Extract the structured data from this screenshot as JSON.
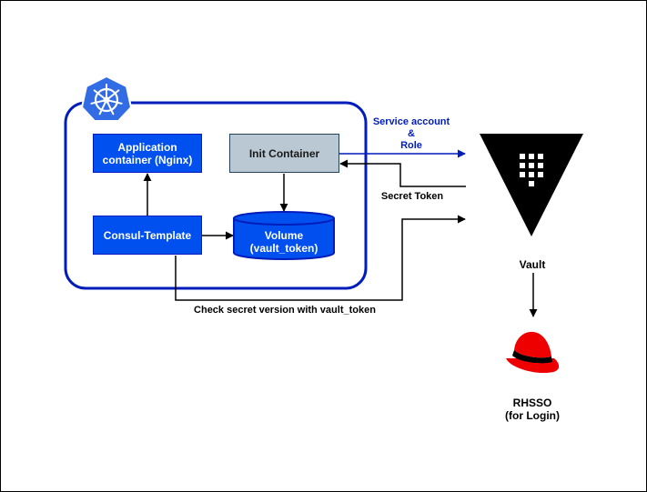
{
  "nodes": {
    "app_container": "Application container (Nginx)",
    "init_container": "Init Container",
    "consul_template": "Consul-Template",
    "volume_line1": "Volume",
    "volume_line2": "(vault_token)"
  },
  "labels": {
    "sa_line1": "Service account",
    "sa_line2": "&",
    "sa_line3": "Role",
    "secret_token": "Secret Token",
    "check_secret": "Check secret version with vault_token",
    "vault": "Vault",
    "rhsso_line1": "RHSSO",
    "rhsso_line2": "(for Login)"
  },
  "icons": {
    "k8s": "kubernetes-icon",
    "vault": "vault-icon",
    "rhsso": "redhat-hat-icon"
  },
  "colors": {
    "node_blue": "#0050ef",
    "node_grey": "#bac8d3",
    "k8s_blue": "#326ce5",
    "pod_border": "#001dbc",
    "redhat_red": "#ee0000"
  }
}
